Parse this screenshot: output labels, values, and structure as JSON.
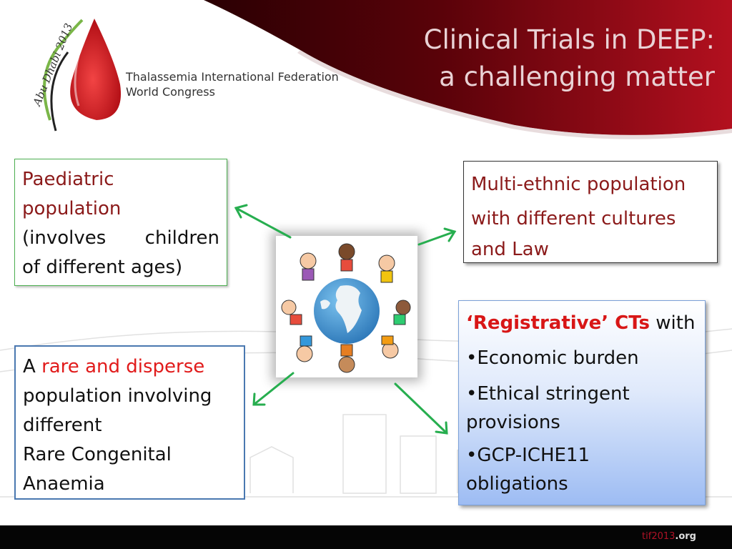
{
  "slide": {
    "title_line1": "Clinical Trials in DEEP:",
    "title_line2": "a challenging matter"
  },
  "logo": {
    "year_text": "Abu Dhabi 2013",
    "org_line1": "Thalassemia International Federation",
    "org_line2": "World Congress"
  },
  "box_paediatric": {
    "line1": "Paediatric",
    "line2": "population",
    "line3_word1": "(involves",
    "line3_word2": "children",
    "line4": "of different ages)"
  },
  "box_multiethnic": {
    "line1": "Multi-ethnic population",
    "line2": "with different cultures",
    "line3": "and Law"
  },
  "box_rare": {
    "prefix": "A",
    "highlight": "rare and disperse",
    "line2": "population involving",
    "line3": "different",
    "line4": "Rare Congenital",
    "line5": "Anaemia"
  },
  "box_registrative": {
    "heading_red": "‘Registrative’ CTs",
    "heading_rest": "with",
    "bullet1": "•Economic burden",
    "bullet2_line1": "•Ethical stringent",
    "bullet2_line2": "provisions",
    "bullet3_line1": "•GCP-ICHE11",
    "bullet3_line2": "obligations"
  },
  "footer": {
    "site_part1": "tif2013",
    "site_part2": ".org"
  },
  "colors": {
    "header_dark": "#4a0006",
    "header_red": "#b3101f",
    "arrow_green": "#27ae4f",
    "footer": "#050505"
  }
}
